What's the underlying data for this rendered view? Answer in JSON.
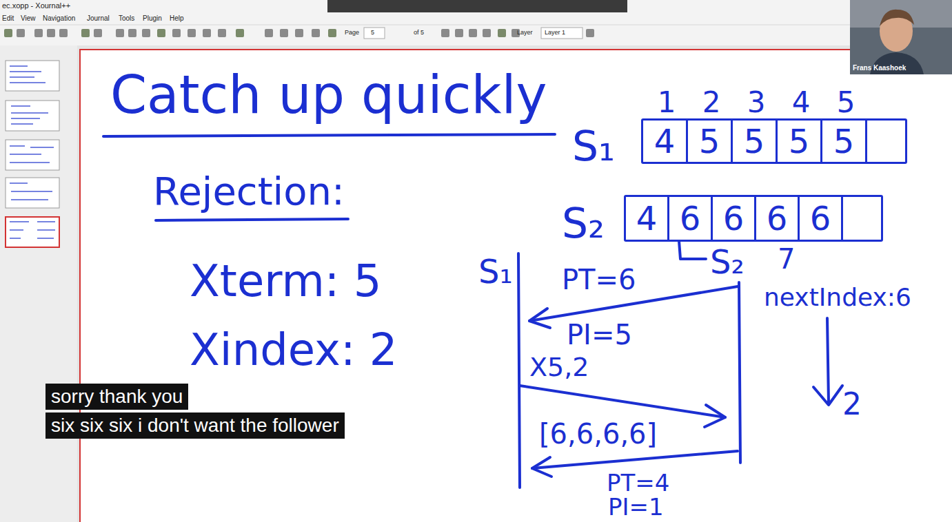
{
  "diagram": {
    "title": "Catch up quickly",
    "nodes": [
      {
        "text": [
          "S₁"
        ]
      },
      {
        "text": [
          "4"
        ],
        "in": 0
      },
      {
        "text": [
          "5"
        ],
        "in": 0
      },
      {
        "text": [
          "5"
        ],
        "in": 0
      },
      {
        "text": [
          "5"
        ],
        "in": 0
      },
      {
        "text": [
          "5"
        ],
        "in": 0
      },
      {
        "text": [
          "S₂"
        ]
      },
      {
        "text": [
          "4"
        ],
        "in": 6
      },
      {
        "text": [
          "6"
        ],
        "in": 6
      },
      {
        "text": [
          "6"
        ],
        "in": 6
      },
      {
        "text": [
          "6"
        ],
        "in": 6
      },
      {
        "text": [
          "6"
        ],
        "in": 6
      }
    ],
    "labels": [
      "ec.xopp - Xournal++",
      "Edit",
      "View",
      "Navigation",
      "Journal",
      "Tools",
      "Plugin",
      "Help",
      "Page",
      "5",
      "of 5",
      "Layer",
      "Layer 1",
      "Frans Kaashoek",
      "Rejection:",
      "Xterm: 5",
      "Xindex: 2",
      "1",
      "2",
      "3",
      "4",
      "5",
      "S₁",
      "S₂",
      "7",
      "nextIndex:6",
      "2",
      "PT=6",
      "PI=5",
      "X5,2",
      "[6,6,6,6]",
      "PT=4",
      "PI=1",
      "sorry thank you",
      "six six six i don't want the follower"
    ]
  }
}
